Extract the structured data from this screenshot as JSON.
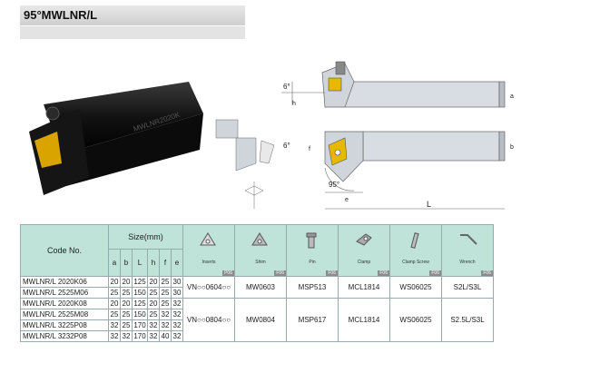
{
  "title": "95°MWLNR/L",
  "drawing": {
    "angle_top": "6°",
    "angle_side": "6°",
    "approach_angle": "95°",
    "dim_h": "h",
    "dim_a": "a",
    "dim_b": "b",
    "dim_f": "f",
    "dim_e": "e",
    "dim_L": "L"
  },
  "table": {
    "code_header": "Code No.",
    "size_header": "Size(mm)",
    "size_cols": [
      "a",
      "b",
      "L",
      "h",
      "f",
      "e"
    ],
    "accessories": [
      {
        "label": "Inserts",
        "tag": "P06"
      },
      {
        "label": "Shim",
        "tag": "F06"
      },
      {
        "label": "Pin",
        "tag": "F06"
      },
      {
        "label": "Clamp",
        "tag": "F06"
      },
      {
        "label": "Clamp Screw",
        "tag": "F06"
      },
      {
        "label": "Wrench",
        "tag": "F06"
      }
    ],
    "rows": [
      {
        "code": "MWLNR/L 2020K06",
        "vals": [
          "20",
          "20",
          "125",
          "20",
          "25",
          "30"
        ]
      },
      {
        "code": "MWLNR/L 2525M06",
        "vals": [
          "25",
          "25",
          "150",
          "25",
          "25",
          "30"
        ]
      },
      {
        "code": "MWLNR/L 2020K08",
        "vals": [
          "20",
          "20",
          "125",
          "20",
          "25",
          "32"
        ]
      },
      {
        "code": "MWLNR/L 2525M08",
        "vals": [
          "25",
          "25",
          "150",
          "25",
          "32",
          "32"
        ]
      },
      {
        "code": "MWLNR/L 3225P08",
        "vals": [
          "32",
          "25",
          "170",
          "32",
          "32",
          "32"
        ]
      },
      {
        "code": "MWLNR/L 3232P08",
        "vals": [
          "32",
          "32",
          "170",
          "32",
          "40",
          "32"
        ]
      }
    ],
    "groups": [
      {
        "insert": "VN○○0604○○",
        "shim": "MW0603",
        "pin": "MSP513",
        "clamp": "MCL1814",
        "screw": "WS06025",
        "wrench": "S2L/S3L"
      },
      {
        "insert": "VN○○0804○○",
        "shim": "MW0804",
        "pin": "MSP617",
        "clamp": "MCL1814",
        "screw": "WS06025",
        "wrench": "S2.5L/S3L"
      }
    ]
  },
  "photo_engraving": "MWLNR2020K"
}
